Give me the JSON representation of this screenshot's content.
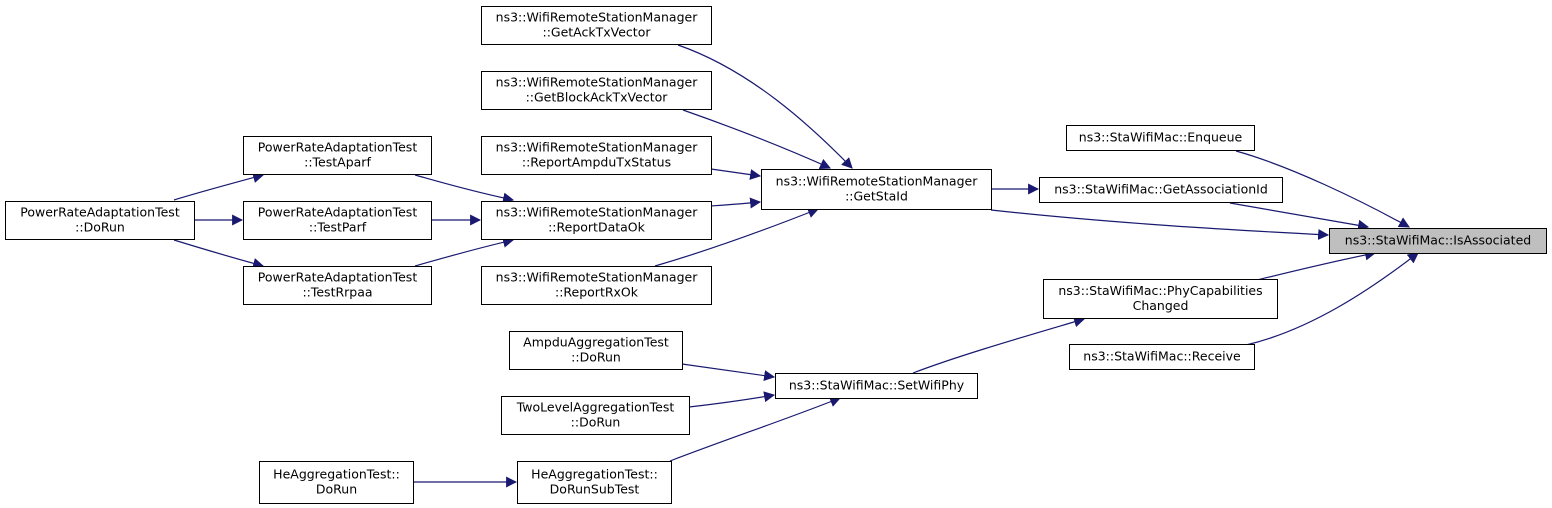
{
  "diagram": {
    "type": "caller-graph",
    "colors": {
      "edge": "#191970",
      "node_border": "#000000",
      "node_fill": "#ffffff",
      "focus_fill": "#bfbfbf"
    },
    "nodes": [
      {
        "id": "isassociated",
        "lines": [
          "ns3::StaWifiMac::IsAssociated"
        ],
        "focus": true
      },
      {
        "id": "enqueue",
        "lines": [
          "ns3::StaWifiMac::Enqueue"
        ]
      },
      {
        "id": "getassociationid",
        "lines": [
          "ns3::StaWifiMac::GetAssociationId"
        ]
      },
      {
        "id": "phycapabilitieschanged",
        "lines": [
          "ns3::StaWifiMac::PhyCapabilities",
          "Changed"
        ]
      },
      {
        "id": "receive",
        "lines": [
          "ns3::StaWifiMac::Receive"
        ]
      },
      {
        "id": "getstaid",
        "lines": [
          "ns3::WifiRemoteStationManager",
          "::GetStaId"
        ]
      },
      {
        "id": "getacktxvector",
        "lines": [
          "ns3::WifiRemoteStationManager",
          "::GetAckTxVector"
        ]
      },
      {
        "id": "getblockacktxvector",
        "lines": [
          "ns3::WifiRemoteStationManager",
          "::GetBlockAckTxVector"
        ]
      },
      {
        "id": "reportampdutxstatus",
        "lines": [
          "ns3::WifiRemoteStationManager",
          "::ReportAmpduTxStatus"
        ]
      },
      {
        "id": "reportdataok",
        "lines": [
          "ns3::WifiRemoteStationManager",
          "::ReportDataOk"
        ]
      },
      {
        "id": "reportrxok",
        "lines": [
          "ns3::WifiRemoteStationManager",
          "::ReportRxOk"
        ]
      },
      {
        "id": "testaparf",
        "lines": [
          "PowerRateAdaptationTest",
          "::TestAparf"
        ]
      },
      {
        "id": "testparf",
        "lines": [
          "PowerRateAdaptationTest",
          "::TestParf"
        ]
      },
      {
        "id": "testrrpaa",
        "lines": [
          "PowerRateAdaptationTest",
          "::TestRrpaa"
        ]
      },
      {
        "id": "powerdorun",
        "lines": [
          "PowerRateAdaptationTest",
          "::DoRun"
        ]
      },
      {
        "id": "setwifiphy",
        "lines": [
          "ns3::StaWifiMac::SetWifiPhy"
        ]
      },
      {
        "id": "ampdudorun",
        "lines": [
          "AmpduAggregationTest",
          "::DoRun"
        ]
      },
      {
        "id": "twoleveldorun",
        "lines": [
          "TwoLevelAggregationTest",
          "::DoRun"
        ]
      },
      {
        "id": "hedorunsubtest",
        "lines": [
          "HeAggregationTest::",
          "DoRunSubTest"
        ]
      },
      {
        "id": "hedorun",
        "lines": [
          "HeAggregationTest::",
          "DoRun"
        ]
      }
    ],
    "edges": [
      {
        "from": "enqueue",
        "to": "isassociated"
      },
      {
        "from": "getassociationid",
        "to": "isassociated"
      },
      {
        "from": "getstaid",
        "to": "isassociated"
      },
      {
        "from": "phycapabilitieschanged",
        "to": "isassociated"
      },
      {
        "from": "receive",
        "to": "isassociated"
      },
      {
        "from": "getstaid",
        "to": "getassociationid"
      },
      {
        "from": "getacktxvector",
        "to": "getstaid"
      },
      {
        "from": "getblockacktxvector",
        "to": "getstaid"
      },
      {
        "from": "reportampdutxstatus",
        "to": "getstaid"
      },
      {
        "from": "reportdataok",
        "to": "getstaid"
      },
      {
        "from": "reportrxok",
        "to": "getstaid"
      },
      {
        "from": "testaparf",
        "to": "reportdataok"
      },
      {
        "from": "testparf",
        "to": "reportdataok"
      },
      {
        "from": "testrrpaa",
        "to": "reportdataok"
      },
      {
        "from": "powerdorun",
        "to": "testaparf"
      },
      {
        "from": "powerdorun",
        "to": "testparf"
      },
      {
        "from": "powerdorun",
        "to": "testrrpaa"
      },
      {
        "from": "setwifiphy",
        "to": "phycapabilitieschanged"
      },
      {
        "from": "ampdudorun",
        "to": "setwifiphy"
      },
      {
        "from": "twoleveldorun",
        "to": "setwifiphy"
      },
      {
        "from": "hedorunsubtest",
        "to": "setwifiphy"
      },
      {
        "from": "hedorun",
        "to": "hedorunsubtest"
      }
    ]
  }
}
